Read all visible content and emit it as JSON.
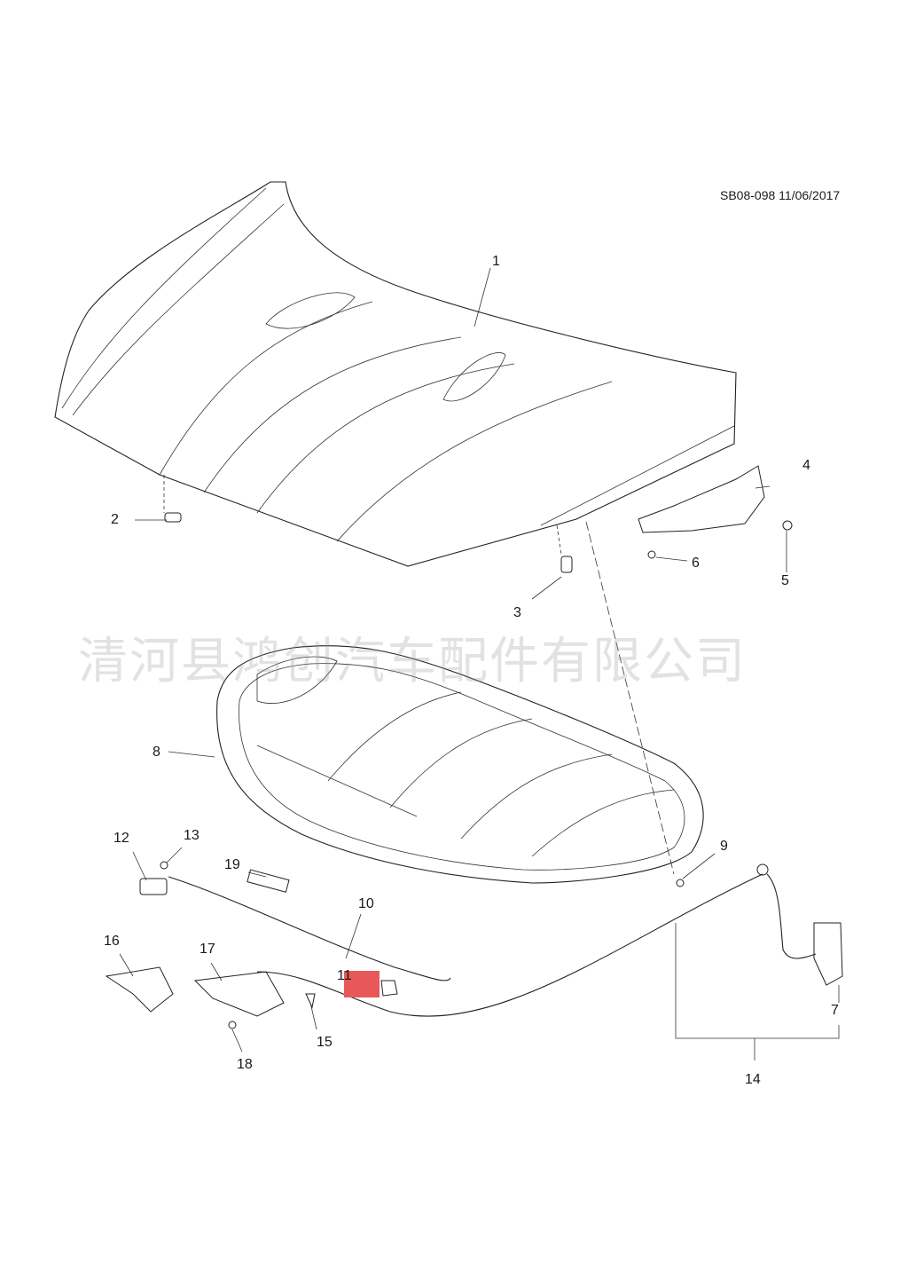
{
  "diagram": {
    "code": "SB08-098 11/06/2017",
    "watermark": "清河县鸿创汽车配件有限公司",
    "highlight_color": "#e8585a",
    "callouts": [
      "1",
      "2",
      "3",
      "4",
      "5",
      "6",
      "7",
      "8",
      "9",
      "10",
      "11",
      "12",
      "13",
      "14",
      "15",
      "16",
      "17",
      "18",
      "19"
    ]
  }
}
